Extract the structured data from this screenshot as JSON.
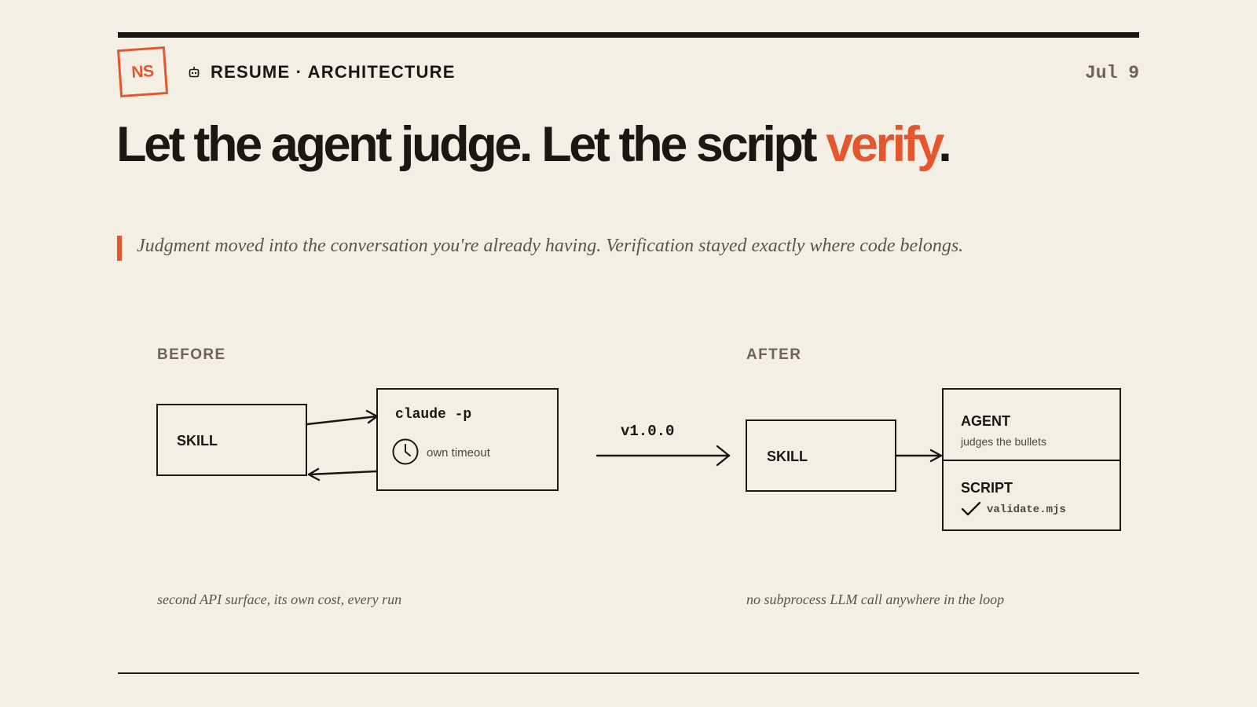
{
  "header": {
    "logo_text": "NS",
    "kicker_icon": "robot-icon",
    "kicker": "RESUME · ARCHITECTURE",
    "date": "Jul 9"
  },
  "title": {
    "main": "Let the agent judge. Let the script ",
    "accent": "verify",
    "end": "."
  },
  "quote": "Judgment moved into the conversation you're already having. Verification stayed exactly where code belongs.",
  "before": {
    "label": "BEFORE",
    "skill": "SKILL",
    "command": "claude -p",
    "timeout_icon": "clock-icon",
    "timeout": "own timeout",
    "caption": "second API surface, its own cost, every run"
  },
  "transition": {
    "version": "v1.0.0"
  },
  "after": {
    "label": "AFTER",
    "skill": "SKILL",
    "agent_title": "AGENT",
    "agent_sub": "judges the bullets",
    "script_title": "SCRIPT",
    "script_icon": "check-icon",
    "script_file": "validate.mjs",
    "caption": "no subprocess LLM call anywhere in the loop"
  },
  "colors": {
    "background": "#f4efe5",
    "ink": "#1b1713",
    "accent": "#e4572e",
    "muted": "#6a645c"
  }
}
